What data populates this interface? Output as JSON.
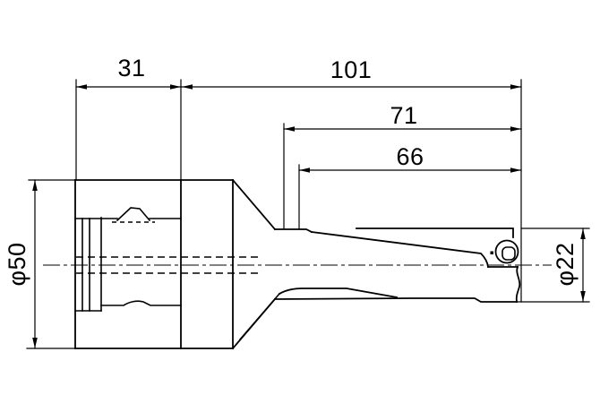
{
  "drawing": {
    "background_color": "#ffffff",
    "line_color": "#000000",
    "view": "side-view-indexable-drill"
  },
  "dimensions": {
    "dim_31": {
      "label": "31",
      "value": 31,
      "kind": "length"
    },
    "dim_101": {
      "label": "101",
      "value": 101,
      "kind": "length"
    },
    "dim_71": {
      "label": "71",
      "value": 71,
      "kind": "length"
    },
    "dim_66": {
      "label": "66",
      "value": 66,
      "kind": "length"
    },
    "dia_50": {
      "label": "φ50",
      "value": 50,
      "kind": "diameter"
    },
    "dia_22": {
      "label": "φ22",
      "value": 22,
      "kind": "diameter"
    }
  }
}
